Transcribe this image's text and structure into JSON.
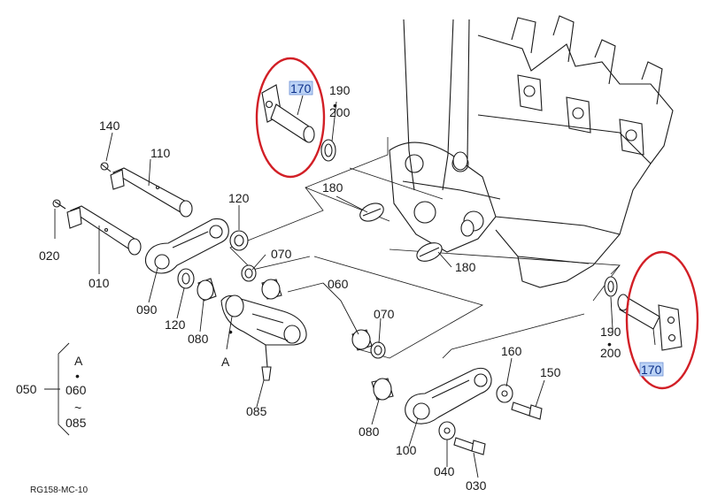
{
  "labels": {
    "p170a": "170",
    "p190a": "190",
    "p200a": "200",
    "p140": "140",
    "p110": "110",
    "p120a": "120",
    "p180a": "180",
    "p020": "020",
    "p010": "010",
    "p070a": "070",
    "p060": "060",
    "p090": "090",
    "p120b": "120",
    "p080a": "080",
    "pA1": "A",
    "p070b": "070",
    "p180b": "180",
    "p190b": "190",
    "p200b": "200",
    "p170b": "170",
    "p160": "160",
    "p150": "150",
    "pA2": "A",
    "p050": "050",
    "p060b": "060",
    "p085b": "085",
    "p085": "085",
    "p080b": "080",
    "p100": "100",
    "p040": "040",
    "p030": "030",
    "tilde": "~",
    "dot": "•"
  },
  "footer_code": "RG158-MC-10",
  "colors": {
    "ink": "#1a1a1a",
    "highlight_fill": "#bcd3f5",
    "highlight_text": "#0b2f8a",
    "circle": "#d21f26"
  }
}
